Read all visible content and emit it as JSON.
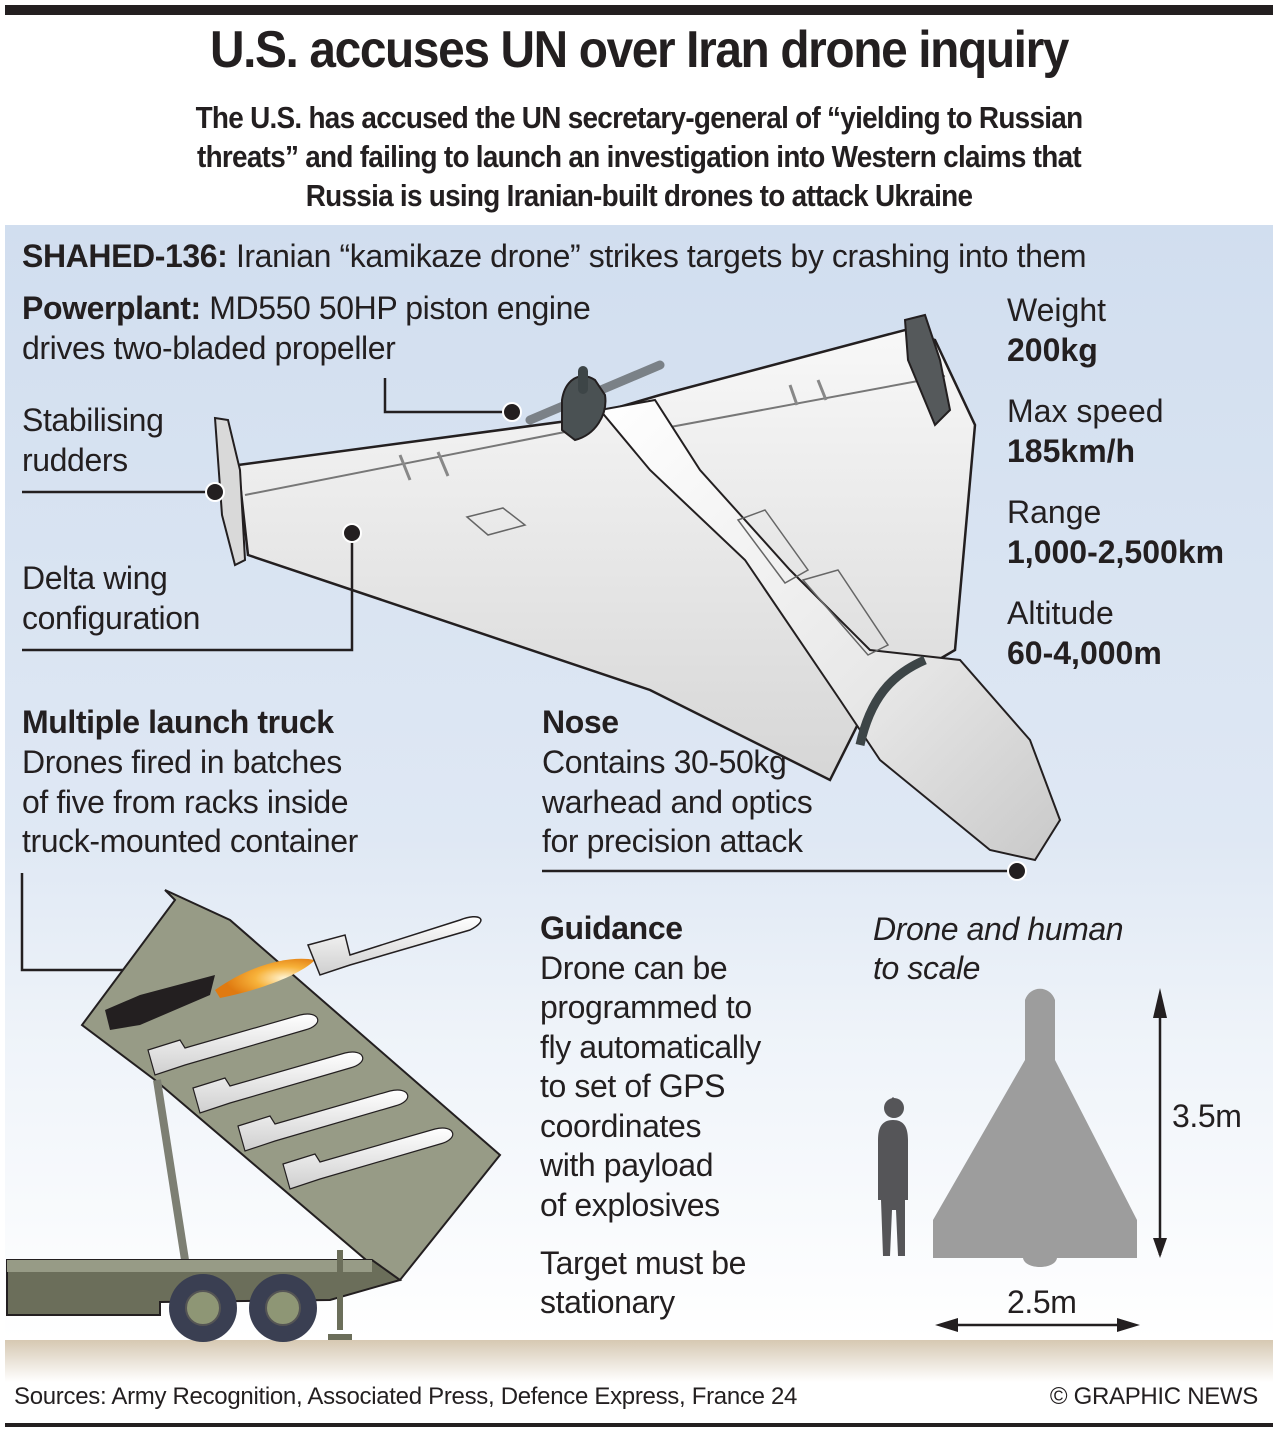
{
  "header": {
    "title": "U.S. accuses UN over Iran drone inquiry",
    "subtitle_lines": [
      "The U.S. has accused the UN secretary-general of “yielding to Russian",
      "threats” and failing to launch an investigation into Western claims that",
      "Russia is using Iranian-built drones to attack Ukraine"
    ]
  },
  "intro": {
    "name": "SHAHED-136:",
    "text": "Iranian “kamikaze drone” strikes targets by crashing into them"
  },
  "callouts": {
    "powerplant": {
      "heading": "Powerplant:",
      "lines": [
        "MD550 50HP piston engine",
        "drives two-bladed propeller"
      ]
    },
    "rudders": {
      "lines": [
        "Stabilising",
        "rudders"
      ]
    },
    "delta_wing": {
      "lines": [
        "Delta wing",
        "configuration"
      ]
    },
    "launch_truck": {
      "heading": "Multiple launch truck",
      "lines": [
        "Drones fired in batches",
        "of five from racks inside",
        "truck-mounted container"
      ]
    },
    "nose": {
      "heading": "Nose",
      "lines": [
        "Contains 30-50kg",
        "warhead and optics",
        "for precision attack"
      ]
    },
    "guidance": {
      "heading": "Guidance",
      "lines": [
        "Drone can be",
        "programmed to",
        "fly automatically",
        "to set of GPS",
        "coordinates",
        "with payload",
        "of explosives"
      ],
      "note_lines": [
        "Target must be",
        "stationary"
      ]
    }
  },
  "specs": [
    {
      "label": "Weight",
      "value": "200kg"
    },
    {
      "label": "Max speed",
      "value": "185km/h"
    },
    {
      "label": "Range",
      "value": "1,000-2,500km"
    },
    {
      "label": "Altitude",
      "value": "60-4,000m"
    }
  ],
  "scale": {
    "caption_lines": [
      "Drone and human",
      "to scale"
    ],
    "length": "3.5m",
    "wingspan": "2.5m"
  },
  "footer": {
    "sources": "Sources: Army Recognition, Associated Press, Defence Express, France 24",
    "credit": "© GRAPHIC NEWS"
  },
  "colors": {
    "ink": "#231f20",
    "panel_top": "#d1deef",
    "ground": "#d6c8b2",
    "truck": "#979b86",
    "truck_dark": "#6b6e5a",
    "silhouette": "#9d9d9d",
    "human": "#555558",
    "flame": "#f5a020"
  }
}
